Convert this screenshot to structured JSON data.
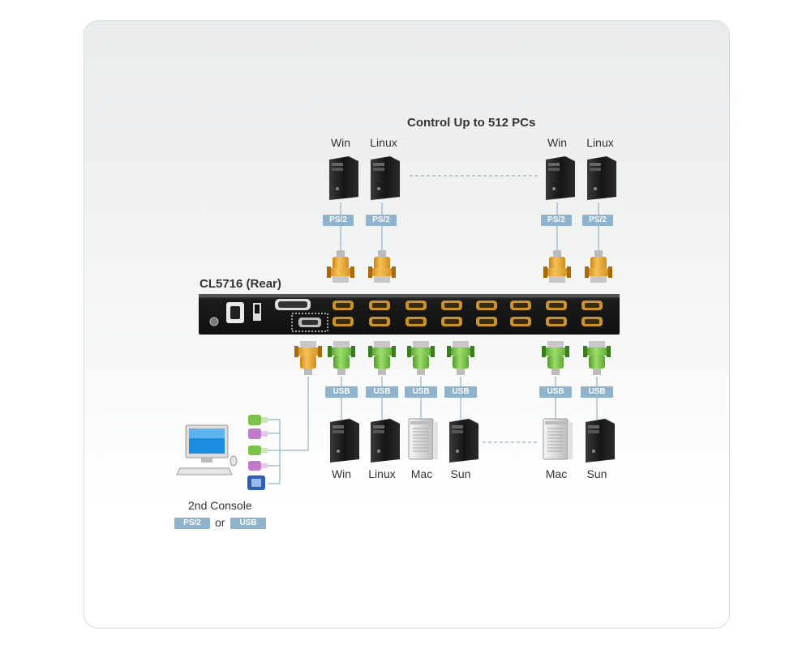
{
  "diagram": {
    "title": "Control Up to 512 PCs",
    "device_label": "CL5716 (Rear)",
    "console_label": "2nd Console",
    "console_or": "or",
    "top_computers": [
      {
        "os": "Win",
        "interface": "PS/2"
      },
      {
        "os": "Linux",
        "interface": "PS/2"
      },
      {
        "os": "Win",
        "interface": "PS/2"
      },
      {
        "os": "Linux",
        "interface": "PS/2"
      }
    ],
    "bottom_computers": [
      {
        "os": "Win",
        "interface": "USB"
      },
      {
        "os": "Linux",
        "interface": "USB"
      },
      {
        "os": "Mac",
        "interface": "USB"
      },
      {
        "os": "Sun",
        "interface": "USB"
      },
      {
        "os": "Mac",
        "interface": "USB"
      },
      {
        "os": "Sun",
        "interface": "USB"
      }
    ],
    "console_interfaces": [
      "PS/2",
      "USB"
    ],
    "colors": {
      "badge": "#8fb3cd",
      "ps2_connector": "#e8a52c",
      "usb_connector": "#7cc24a",
      "device_body": "#1e1e1e"
    }
  }
}
